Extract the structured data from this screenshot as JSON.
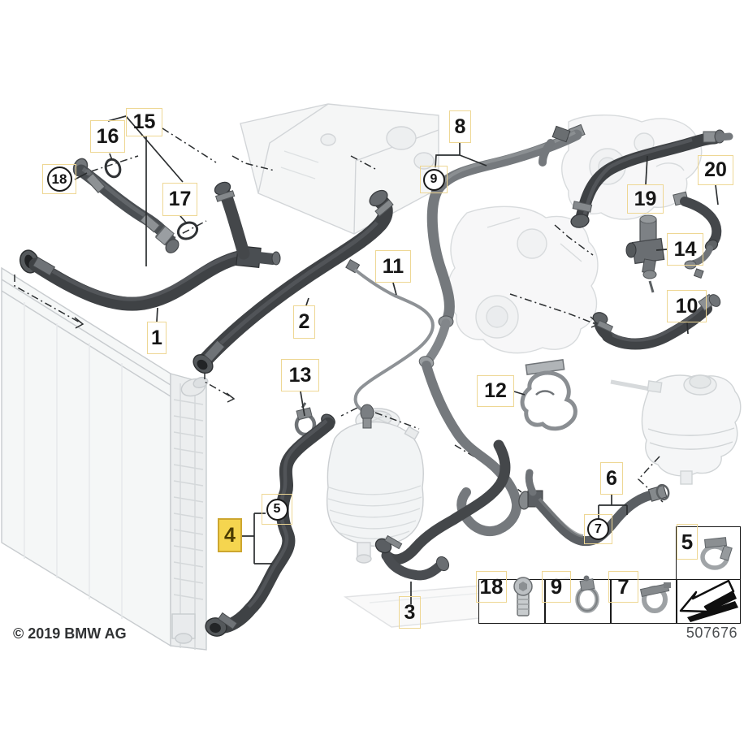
{
  "document": {
    "copyright": "© 2019 BMW AG",
    "part_number": "507676"
  },
  "colors": {
    "highlight_fill": "#f5d54f",
    "highlight_border": "#cda62f",
    "label_box_border": "#eed794",
    "hose_dark": "#3f4245",
    "hose_medium": "#75797d",
    "faint_part": "#b6bbbf",
    "line": "#2b2e30"
  },
  "callouts": [
    {
      "id": "1",
      "circled": false,
      "highlighted": false
    },
    {
      "id": "2",
      "circled": false,
      "highlighted": false
    },
    {
      "id": "3",
      "circled": false,
      "highlighted": false
    },
    {
      "id": "4",
      "circled": false,
      "highlighted": true
    },
    {
      "id": "5",
      "circled": true,
      "highlighted": false
    },
    {
      "id": "6",
      "circled": false,
      "highlighted": false
    },
    {
      "id": "7",
      "circled": true,
      "highlighted": false
    },
    {
      "id": "8",
      "circled": false,
      "highlighted": false
    },
    {
      "id": "9",
      "circled": true,
      "highlighted": false
    },
    {
      "id": "10",
      "circled": false,
      "highlighted": false
    },
    {
      "id": "11",
      "circled": false,
      "highlighted": false
    },
    {
      "id": "12",
      "circled": false,
      "highlighted": false
    },
    {
      "id": "13",
      "circled": false,
      "highlighted": false
    },
    {
      "id": "14",
      "circled": false,
      "highlighted": false
    },
    {
      "id": "15",
      "circled": false,
      "highlighted": false
    },
    {
      "id": "16",
      "circled": false,
      "highlighted": false
    },
    {
      "id": "17",
      "circled": false,
      "highlighted": false
    },
    {
      "id": "18",
      "circled": true,
      "highlighted": false
    },
    {
      "id": "19",
      "circled": false,
      "highlighted": false
    },
    {
      "id": "20",
      "circled": false,
      "highlighted": false
    }
  ],
  "legend": {
    "items": [
      {
        "label": "18",
        "icon": "torx-screw"
      },
      {
        "label": "9",
        "icon": "hose-clamp"
      },
      {
        "label": "7",
        "icon": "worm-clamp"
      },
      {
        "label": "5",
        "icon": "spring-clamp"
      },
      {
        "label": "",
        "icon": "direction-arrow"
      }
    ]
  }
}
